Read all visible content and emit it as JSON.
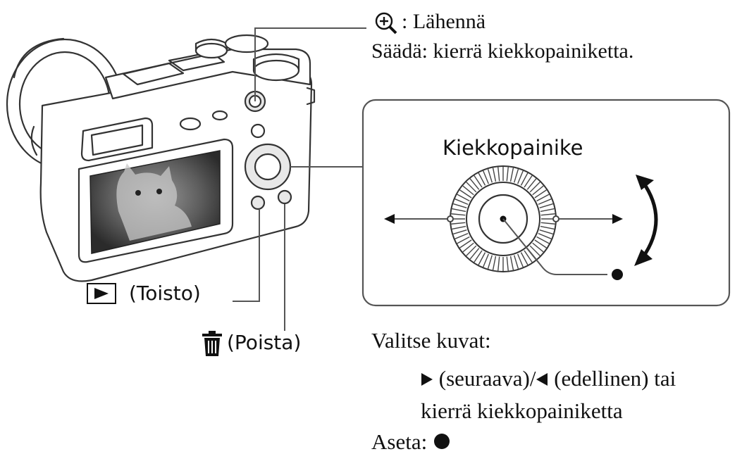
{
  "labels": {
    "zoom": ": Lähennä",
    "adjust": "Säädä: kierrä kiekkopainiketta.",
    "dial_title": "Kiekkopainike",
    "playback": "(Toisto)",
    "delete": "(Poista)",
    "select_title": "Valitse kuvat:",
    "select_next": "(seuraava)/",
    "select_prev": "(edellinen) tai",
    "select_rotate": "kierrä kiekkopainiketta",
    "set": "Aseta:"
  },
  "icons": [
    "zoom-in-icon",
    "play-icon",
    "trash-icon",
    "next-arrow-icon",
    "prev-arrow-icon",
    "center-dot-icon",
    "rotate-arrow-icon"
  ]
}
